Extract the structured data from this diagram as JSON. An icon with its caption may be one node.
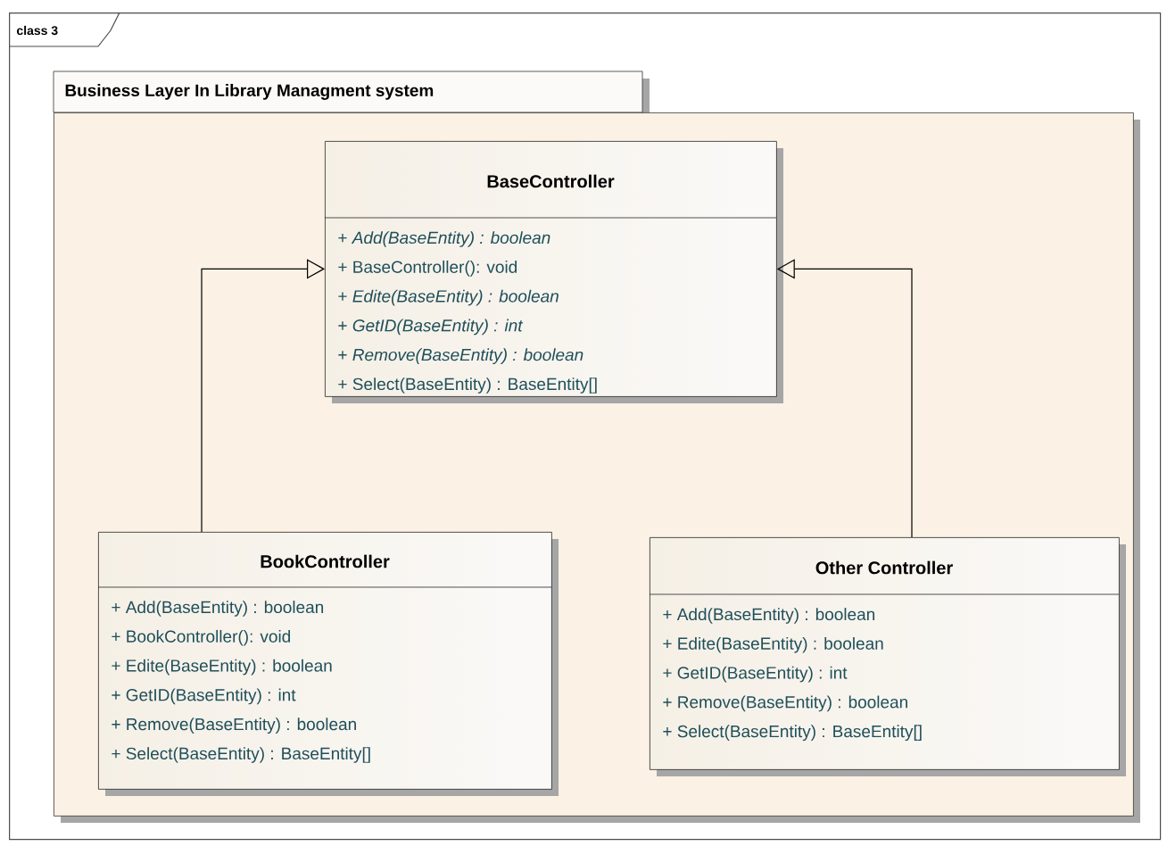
{
  "diagram": {
    "nodes": [
      {
        "text": [
          "class 3"
        ]
      },
      {
        "text": [
          "Business Layer In Library Managment system"
        ],
        "in": 0
      },
      {
        "text": [
          "BaseController",
          "+ *Add(BaseEntity) : boolean*",
          "+ BaseController(): void",
          "+ *Edite(BaseEntity) : boolean*",
          "+ *GetID(BaseEntity) : int*",
          "+ *Remove(BaseEntity) : boolean*",
          "+ Select(BaseEntity) : BaseEntity[]"
        ],
        "in": 1
      },
      {
        "text": [
          "BookController",
          "+ Add(BaseEntity) : boolean",
          "+ BookController(): void",
          "+ Edite(BaseEntity) : boolean",
          "+ GetID(BaseEntity) : int",
          "+ Remove(BaseEntity) : boolean",
          "+ Select(BaseEntity) : BaseEntity[]"
        ],
        "in": 1
      },
      {
        "text": [
          "Other Controller",
          "+ Add(BaseEntity) : boolean",
          "+ Edite(BaseEntity) : boolean",
          "+ GetID(BaseEntity) : int",
          "+ Remove(BaseEntity) : boolean",
          "+ Select(BaseEntity) : BaseEntity[]"
        ],
        "in": 1
      }
    ],
    "edges": [
      {
        "from": 3,
        "to": 2,
        "arrow": "to"
      },
      {
        "from": 4,
        "to": 2,
        "arrow": "to"
      }
    ]
  }
}
